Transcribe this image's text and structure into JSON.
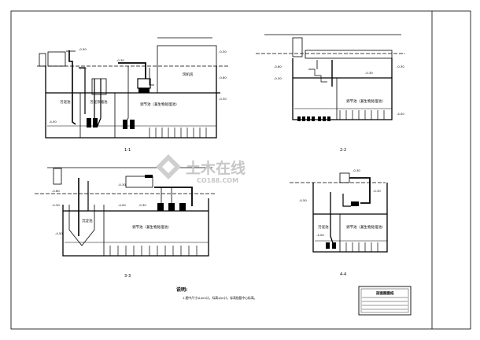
{
  "drawing": {
    "sections": {
      "s1": {
        "mark": "1-1",
        "rooms": [
          "污泥池",
          "污泥浓缩池",
          "调节池（兼生物处理池）",
          "风机房"
        ],
        "elevations": [
          "-0.50",
          "-4.00",
          "-0.30",
          "-0.30",
          "-0.80",
          "-0.30",
          "-4.50"
        ]
      },
      "s2": {
        "mark": "2-2",
        "rooms": [
          "调节池（兼生物处理池）"
        ],
        "elevations": [
          "-0.80",
          "-0.30",
          "-0.30",
          "-0.30",
          "-4.50"
        ]
      },
      "s3": {
        "mark": "3-3",
        "rooms": [
          "沉淀池",
          "调节池（兼生物处理池）"
        ],
        "elevations": [
          "-0.80",
          "-0.30",
          "-0.30",
          "-0.30",
          "-4.00",
          "-4.50"
        ]
      },
      "s4": {
        "mark": "4-4",
        "rooms": [
          "污泥池",
          "调节池（兼生物处理池）"
        ],
        "elevations": [
          "-0.50",
          "-0.30",
          "-0.30",
          "-4.00"
        ]
      }
    },
    "notes": {
      "title": "说明:",
      "line1": "1.图中尺寸以mm计，标高以m计，标高指管中心标高。"
    },
    "title_block": {
      "title": "剖面图图纸"
    },
    "watermark": {
      "brand": "土木在线",
      "url": "CO188.COM"
    }
  }
}
